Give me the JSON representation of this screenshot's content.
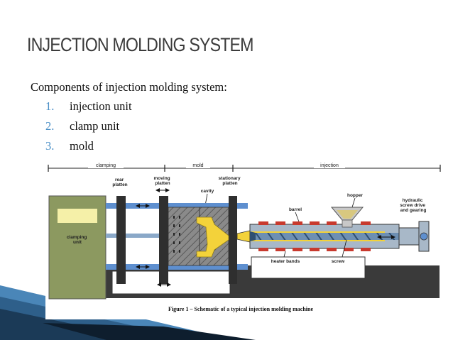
{
  "slide": {
    "title": "INJECTION MOLDING SYSTEM",
    "subtitle": "Components of injection molding system:",
    "items": [
      {
        "num": "1.",
        "text": "injection unit"
      },
      {
        "num": "2.",
        "text": "clamp unit"
      },
      {
        "num": "3.",
        "text": "mold"
      }
    ]
  },
  "figure": {
    "sections": {
      "clamping": "clamping",
      "mold": "mold",
      "injection": "injection"
    },
    "labels": {
      "rear_platten": [
        "rear",
        "platten"
      ],
      "moving_platten": [
        "moving",
        "platten"
      ],
      "stationary_platten": [
        "stationary",
        "platten"
      ],
      "cavity": "cavity",
      "hopper": "hopper",
      "barrel": "barrel",
      "hydraulic": [
        "hydraulic",
        "screw drive",
        "and gearing"
      ],
      "clamping_unit": [
        "clamping",
        "unit"
      ],
      "heater_bands": "heater bands",
      "screw": "screw"
    },
    "caption": "Figure 1 – Schematic of a typical injection molding machine"
  },
  "colors": {
    "title": "#3b3b3b",
    "number": "#4a8fc6",
    "clamp_unit": "#8c9960",
    "clamp_panel": "#f5f0a8",
    "platen": "#2f2f2f",
    "mold": "#8a8a8a",
    "cavity": "#f3d23a",
    "tie_bar": "#5e8fcf",
    "base": "#3a3a3a",
    "heater": "#c83a2e",
    "barrel": "#a8b8c8"
  }
}
